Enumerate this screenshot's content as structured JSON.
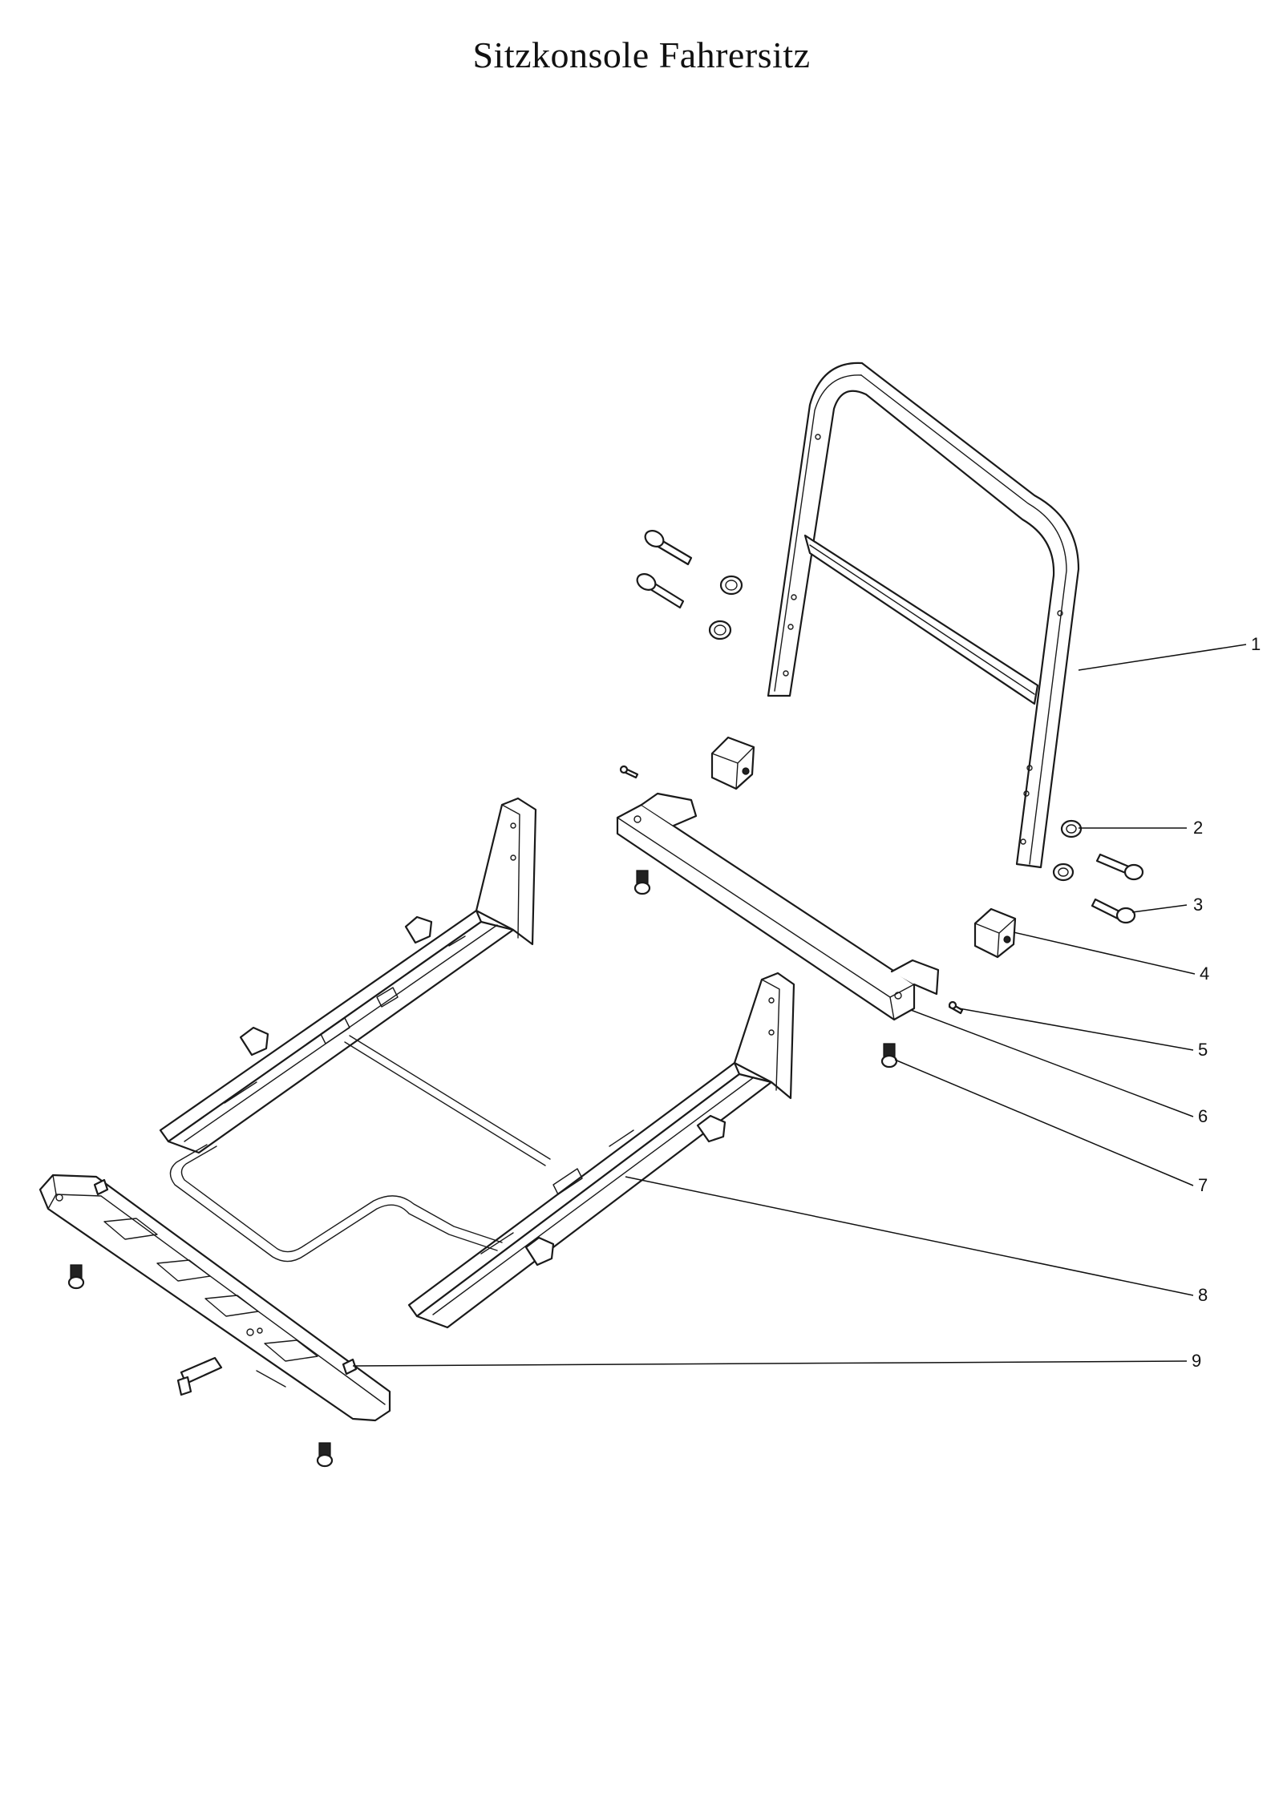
{
  "title": "Sitzkonsole Fahrersitz",
  "callouts": [
    {
      "number": "1",
      "part": "backrest-frame"
    },
    {
      "number": "2",
      "part": "flange-nut"
    },
    {
      "number": "3",
      "part": "flange-bolt"
    },
    {
      "number": "4",
      "part": "bracket-block"
    },
    {
      "number": "5",
      "part": "small-screw"
    },
    {
      "number": "6",
      "part": "cross-tube"
    },
    {
      "number": "7",
      "part": "bolt-stud"
    },
    {
      "number": "8",
      "part": "seat-rail-assembly"
    },
    {
      "number": "9",
      "part": "mounting-plate"
    }
  ]
}
